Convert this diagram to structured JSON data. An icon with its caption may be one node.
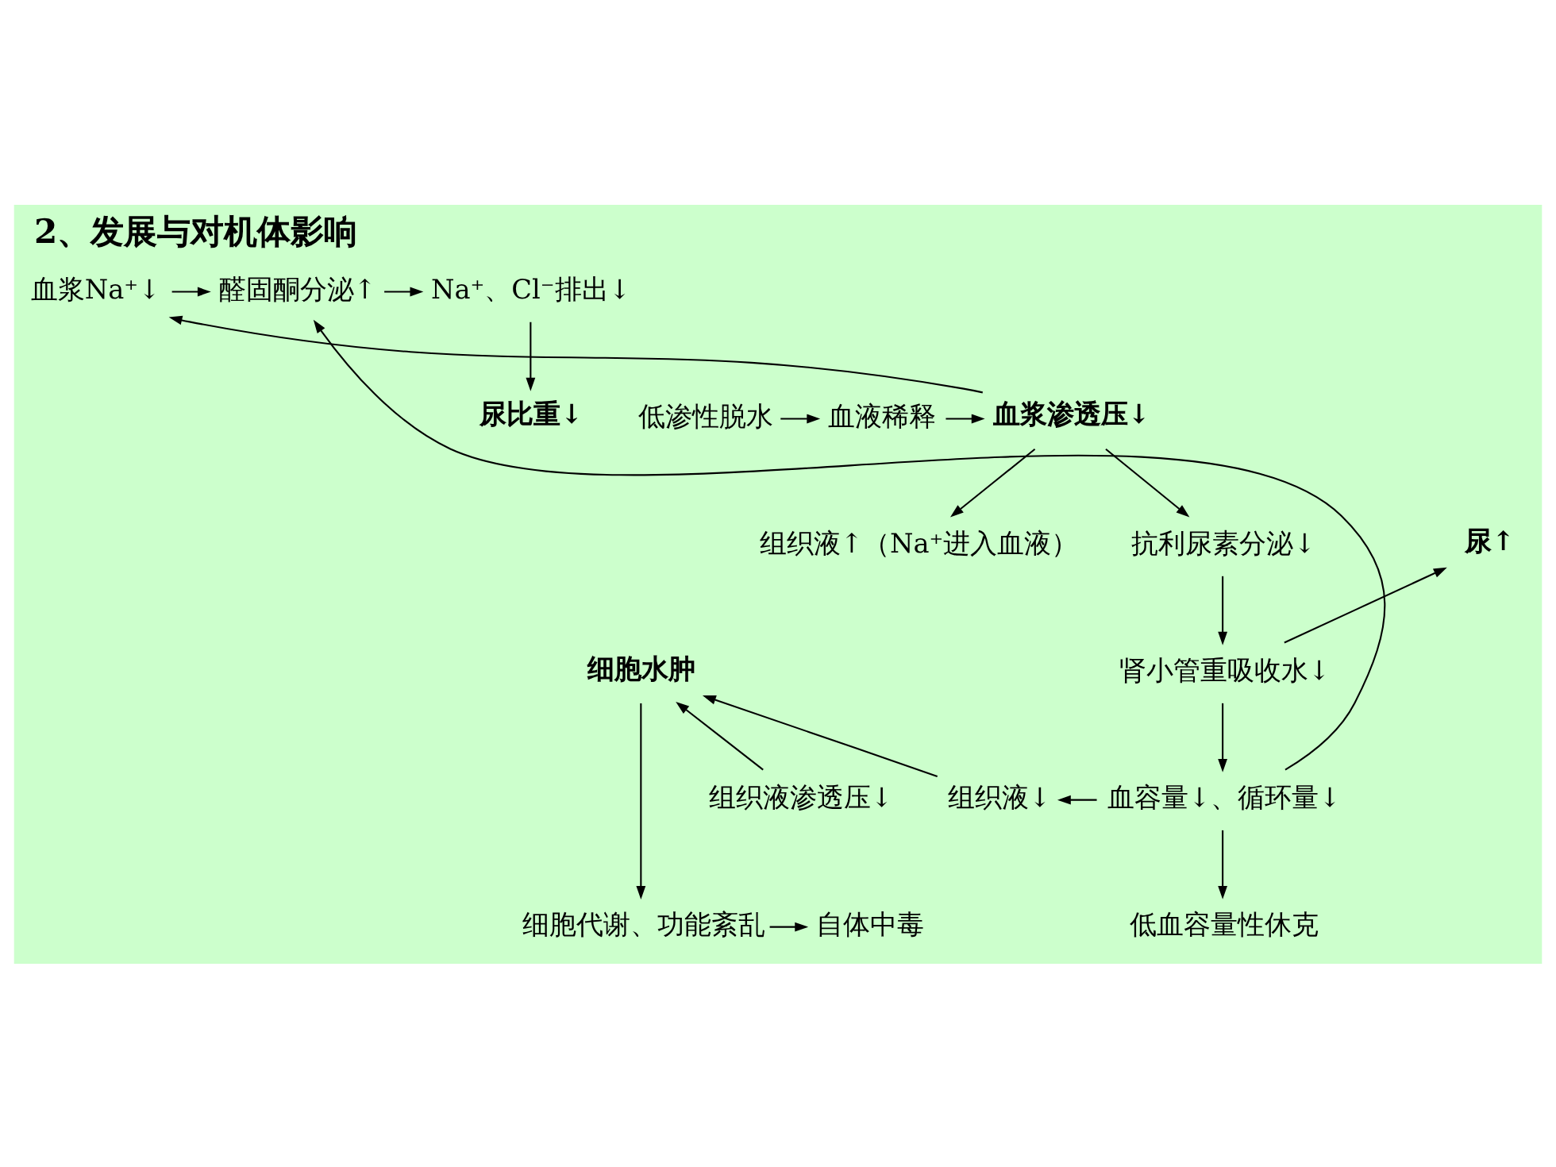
{
  "diagram": {
    "title": "2、发展与对机体影响",
    "nodes": [
      {
        "text": [
          "血浆Na⁺↓"
        ]
      },
      {
        "text": [
          "醛固酮分泌↑"
        ]
      },
      {
        "text": [
          "Na⁺、Cl⁻排出↓"
        ]
      },
      {
        "text": [
          "低渗性脱水"
        ]
      },
      {
        "text": [
          "血液稀释"
        ]
      },
      {
        "text": [
          "血浆渗透压↓"
        ]
      },
      {
        "text": [
          "尿比重↓"
        ]
      },
      {
        "text": [
          "尿↑"
        ]
      },
      {
        "text": [
          "组织液↑（Na⁺进入血液）"
        ]
      },
      {
        "text": [
          "抗利尿素分泌↓"
        ]
      },
      {
        "text": [
          "肾小管重吸收水↓"
        ]
      },
      {
        "text": [
          "细胞水肿"
        ]
      },
      {
        "text": [
          "组织液渗透压↓"
        ]
      },
      {
        "text": [
          "组织液↓"
        ]
      },
      {
        "text": [
          "血容量↓、循环量↓"
        ]
      },
      {
        "text": [
          "低血容量性休克"
        ]
      },
      {
        "text": [
          "细胞代谢、功能紊乱"
        ]
      },
      {
        "text": [
          "自体中毒"
        ]
      }
    ],
    "edges": [
      {
        "from": 0,
        "to": 1,
        "arrow": "to"
      },
      {
        "from": 1,
        "to": 2,
        "arrow": "to"
      },
      {
        "from": 2,
        "to": 6,
        "arrow": "to"
      },
      {
        "from": 3,
        "to": 4,
        "arrow": "to"
      },
      {
        "from": 4,
        "to": 5,
        "arrow": "to"
      },
      {
        "from": 5,
        "to": 0,
        "arrow": "to"
      },
      {
        "from": 5,
        "to": 8,
        "arrow": "to"
      },
      {
        "from": 5,
        "to": 9,
        "arrow": "to"
      },
      {
        "from": 9,
        "to": 10,
        "arrow": "to"
      },
      {
        "from": 10,
        "to": 7,
        "arrow": "to"
      },
      {
        "from": 10,
        "to": 14,
        "arrow": "to"
      },
      {
        "from": 14,
        "to": 1,
        "arrow": "to"
      },
      {
        "from": 14,
        "to": 13,
        "arrow": "to"
      },
      {
        "from": 13,
        "to": 11,
        "arrow": "to"
      },
      {
        "from": 12,
        "to": 11,
        "arrow": "to"
      },
      {
        "from": 11,
        "to": 16,
        "arrow": "to"
      },
      {
        "from": 16,
        "to": 17,
        "arrow": "to"
      },
      {
        "from": 14,
        "to": 15,
        "arrow": "to"
      }
    ]
  }
}
